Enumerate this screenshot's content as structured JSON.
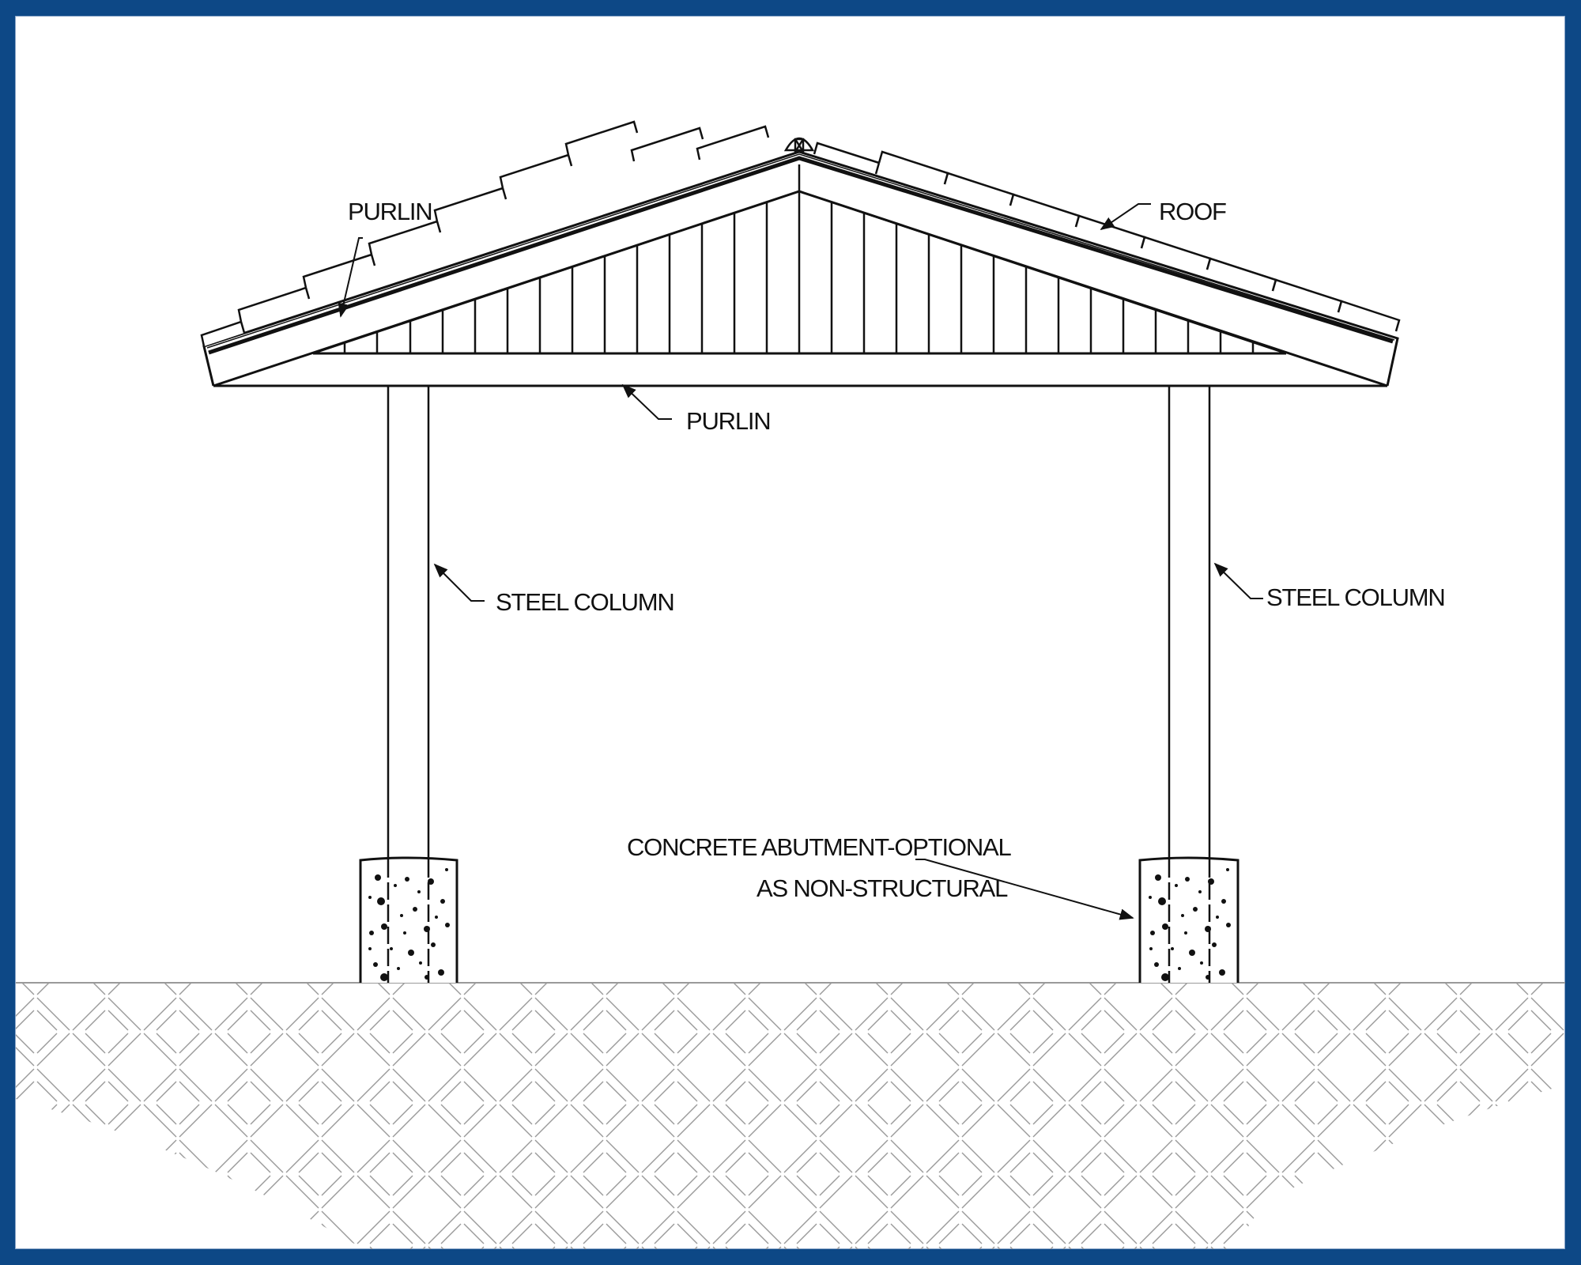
{
  "diagram": {
    "type": "elevation-drawing",
    "subject": "Gable roof shelter with steel columns",
    "colors": {
      "border": "#0d4886",
      "background": "#ffffff",
      "linework": "#111111",
      "ground_hatch": "#9a9a9a"
    }
  },
  "labels": {
    "purlin_top": "PURLIN",
    "roof": "ROOF",
    "purlin_beam": "PURLIN",
    "steel_column_left": "STEEL COLUMN",
    "steel_column_right": "STEEL COLUMN",
    "abutment_line1": "CONCRETE ABUTMENT-OPTIONAL",
    "abutment_line2": "AS NON-STRUCTURAL"
  },
  "components": [
    {
      "name": "roof",
      "description": "Tiled gable roof with ridge cap"
    },
    {
      "name": "purlin",
      "description": "Roof purlin along rafter slope"
    },
    {
      "name": "purlin",
      "description": "Horizontal purlin beam across columns"
    },
    {
      "name": "gable-infill",
      "description": "Vertical board gable infill"
    },
    {
      "name": "steel-column",
      "count": 2
    },
    {
      "name": "concrete-abutment",
      "count": 2,
      "note": "optional, non-structural"
    },
    {
      "name": "ground",
      "description": "Hatched ground/earth"
    }
  ]
}
